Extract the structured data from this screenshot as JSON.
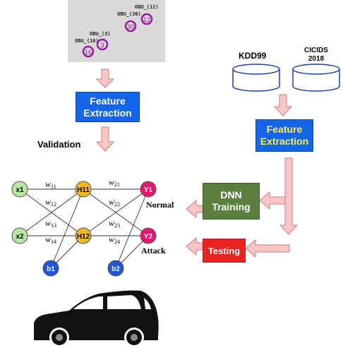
{
  "map": {
    "obu_labels": [
      "OBU_(12)",
      "OBU_(30)",
      "OBU_(3)",
      "OBU_(16)"
    ],
    "obu_numbers": [
      "30",
      "12",
      "16",
      "3"
    ]
  },
  "left": {
    "feature_extraction_line1": "Feature",
    "feature_extraction_line2": "Extraction",
    "validation_label": "Validation"
  },
  "right": {
    "dataset1": "KDD99",
    "dataset2_line1": "CICIDS",
    "dataset2_line2": "2018",
    "feature_extraction_line1": "Feature",
    "feature_extraction_line2": "Extraction",
    "dnn_line1": "DNN",
    "dnn_line2": "Training",
    "testing": "Testing"
  },
  "network": {
    "inputs": [
      "x1",
      "x2"
    ],
    "biases": [
      "b1",
      "b2"
    ],
    "hidden": [
      "H11",
      "H12"
    ],
    "outputs": [
      "Y1",
      "Y2"
    ],
    "weights_layer1": [
      "11",
      "12",
      "13",
      "14"
    ],
    "weights_layer2": [
      "21",
      "22",
      "23",
      "24"
    ],
    "weight_symbol": "w",
    "output_labels": [
      "Normal",
      "Attack"
    ]
  },
  "colors": {
    "input_node": "#b9e6a3",
    "hidden_node": "#f6b820",
    "output_node": "#e3176e",
    "bias_node": "#1f56d8",
    "arrow_fill": "#f7c6c6",
    "arrow_stroke": "#d27a7a",
    "obu_circle": "#9c1aa0"
  },
  "icons": [
    "car-silhouette-icon",
    "database-cylinder-icon"
  ]
}
